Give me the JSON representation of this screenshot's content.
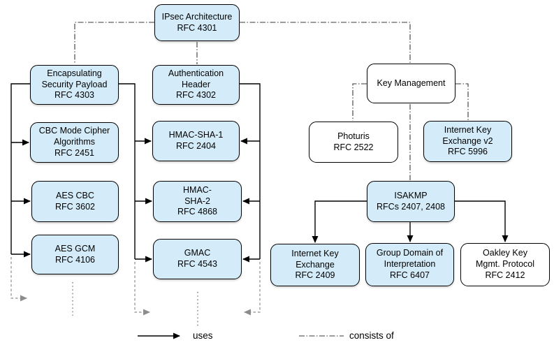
{
  "nodes": {
    "ipsec_architecture": "IPsec Architecture\nRFC 4301",
    "esp": "Encapsulating\nSecurity Payload\nRFC 4303",
    "cbc_mode": "CBC Mode Cipher\nAlgorithms\nRFC 2451",
    "aes_cbc": "AES CBC\nRFC 3602",
    "aes_gcm": "AES GCM\nRFC 4106",
    "auth_header": "Authentication\nHeader\nRFC 4302",
    "hmac_sha1": "HMAC-SHA-1\nRFC 2404",
    "hmac_sha2": "HMAC-\nSHA-2\nRFC 4868",
    "gmac": "GMAC\nRFC 4543",
    "key_management": "Key Management",
    "photuris": "Photuris\nRFC 2522",
    "ike_v2": "Internet Key\nExchange v2\nRFC 5996",
    "isakmp": "ISAKMP\nRFCs 2407, 2408",
    "ike": "Internet Key\nExchange\nRFC 2409",
    "gdoi": "Group Domain of\nInterpretation\nRFC 6407",
    "oakley": "Oakley Key\nMgmt. Protocol\nRFC 2412"
  },
  "legend": {
    "uses_label": "uses",
    "consists_of_label": "consists of"
  },
  "colors": {
    "node_fill_blue": "#d4ecf9",
    "node_fill_white": "#ffffff",
    "node_border": "#000000",
    "uses_line": "#000000",
    "consists_of_line": "#3a3a3a",
    "continuation_line": "#8c8c8c"
  }
}
